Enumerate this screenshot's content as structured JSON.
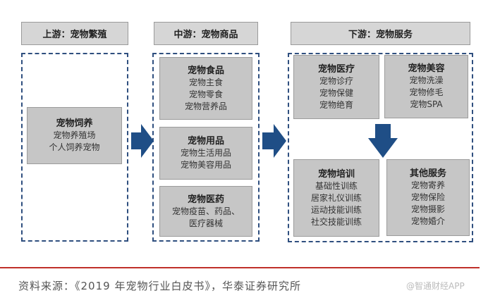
{
  "headers": {
    "upstream": "上游：宠物繁殖",
    "midstream": "中游：宠物商品",
    "downstream": "下游：宠物服务"
  },
  "upstream": [
    {
      "title": "宠物饲养",
      "items": [
        "宠物养殖场",
        "个人饲养宠物"
      ]
    }
  ],
  "midstream": [
    {
      "title": "宠物食品",
      "items": [
        "宠物主食",
        "宠物零食",
        "宠物营养品"
      ]
    },
    {
      "title": "宠物用品",
      "items": [
        "宠物生活用品",
        "宠物美容用品"
      ]
    },
    {
      "title": "宠物医药",
      "items": [
        "宠物疫苗、药品、",
        "医疗器械"
      ]
    }
  ],
  "downstream": [
    {
      "title": "宠物医疗",
      "items": [
        "宠物诊疗",
        "宠物保健",
        "宠物绝育"
      ]
    },
    {
      "title": "宠物美容",
      "items": [
        "宠物洗澡",
        "宠物修毛",
        "宠物SPA"
      ]
    },
    {
      "title": "宠物培训",
      "items": [
        "基础性训练",
        "居家礼仪训练",
        "运动技能训练",
        "社交技能训练"
      ]
    },
    {
      "title": "其他服务",
      "items": [
        "宠物寄养",
        "宠物保险",
        "宠物摄影",
        "宠物婚介"
      ]
    }
  ],
  "source": "资料来源：《2019 年宠物行业白皮书》，华泰证券研究所",
  "watermark": "@智通财经APP",
  "colors": {
    "arrow": "#1f4e86",
    "rule": "#c0302a"
  }
}
